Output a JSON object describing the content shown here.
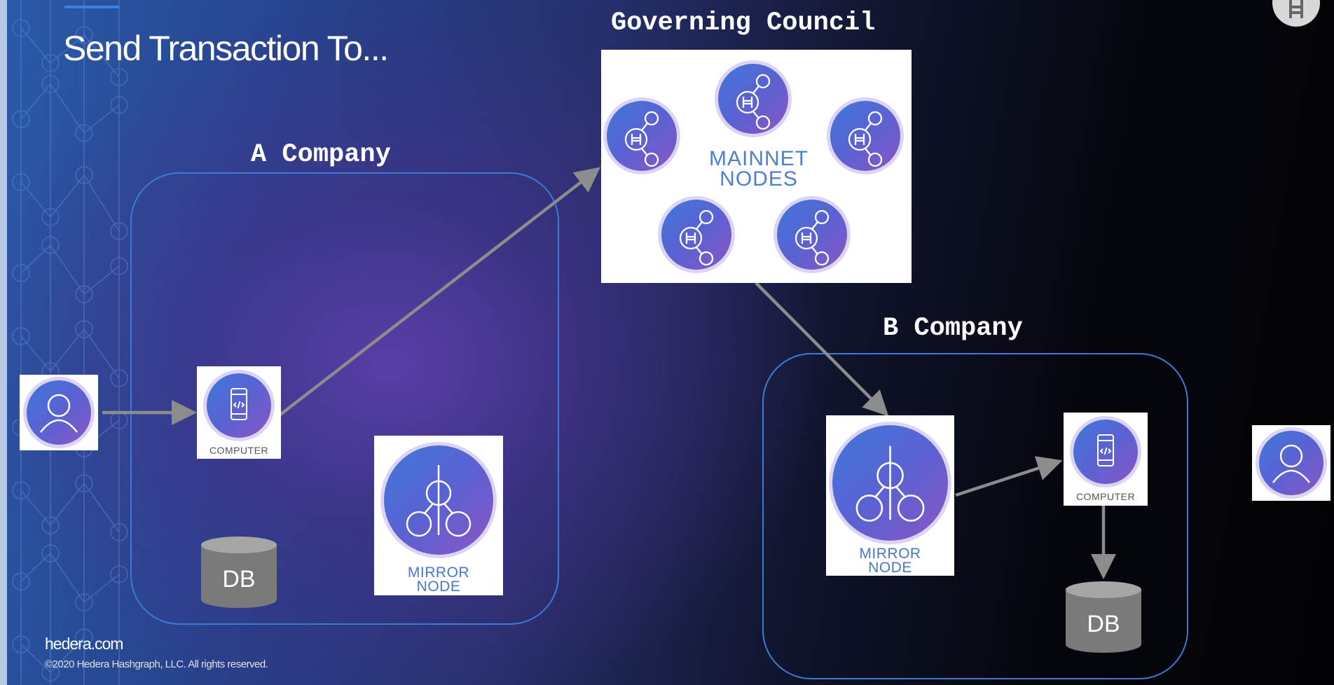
{
  "slide": {
    "title": "Send Transaction To...",
    "footer_url": "hedera.com",
    "footer_copyright": "©2020 Hedera Hashgraph, LLC. All rights reserved."
  },
  "governing_council": {
    "heading": "Governing Council",
    "label_line1": "MAINNET",
    "label_line2": "NODES"
  },
  "company_a": {
    "heading": "A Company",
    "computer_label": "COMPUTER",
    "mirror_line1": "MIRROR",
    "mirror_line2": "NODE",
    "db_label": "DB"
  },
  "company_b": {
    "heading": "B Company",
    "computer_label": "COMPUTER",
    "mirror_line1": "MIRROR",
    "mirror_line2": "NODE",
    "db_label": "DB"
  },
  "colors": {
    "accent": "#3d7fe6",
    "box_border": "#3a7bd5",
    "arrow": "#8c8c8c",
    "icon_gradient_start": "#3f78d9",
    "icon_gradient_end": "#8a55c4",
    "db_fill": "#7a7a7a"
  },
  "icons": [
    "user-icon",
    "mobile-code-icon",
    "hedera-node-icon",
    "mirror-node-icon",
    "database-icon",
    "hedera-logo-icon"
  ]
}
